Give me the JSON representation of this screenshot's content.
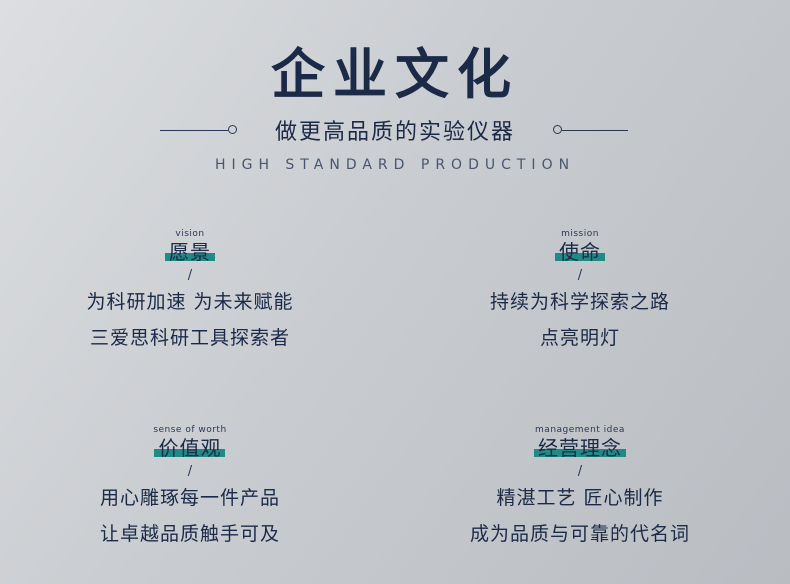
{
  "header": {
    "title": "企业文化",
    "subtitle": "做更高品质的实验仪器",
    "english": "HIGH STANDARD PRODUCTION"
  },
  "blocks": [
    {
      "tag_en": "vision",
      "tag_cn": "愿景",
      "separator": "/",
      "lines": [
        "为科研加速 为未来赋能",
        "三爱思科研工具探索者"
      ]
    },
    {
      "tag_en": "mission",
      "tag_cn": "使命",
      "separator": "/",
      "lines": [
        "持续为科学探索之路",
        "点亮明灯"
      ]
    },
    {
      "tag_en": "sense of worth",
      "tag_cn": "价值观",
      "separator": "/",
      "lines": [
        "用心雕琢每一件产品",
        "让卓越品质触手可及"
      ]
    },
    {
      "tag_en": "management idea",
      "tag_cn": "经营理念",
      "separator": "/",
      "lines": [
        "精湛工艺 匠心制作",
        "成为品质与可靠的代名词"
      ]
    }
  ],
  "colors": {
    "navy": "#1b2a47",
    "teal": "#1f8a86"
  }
}
